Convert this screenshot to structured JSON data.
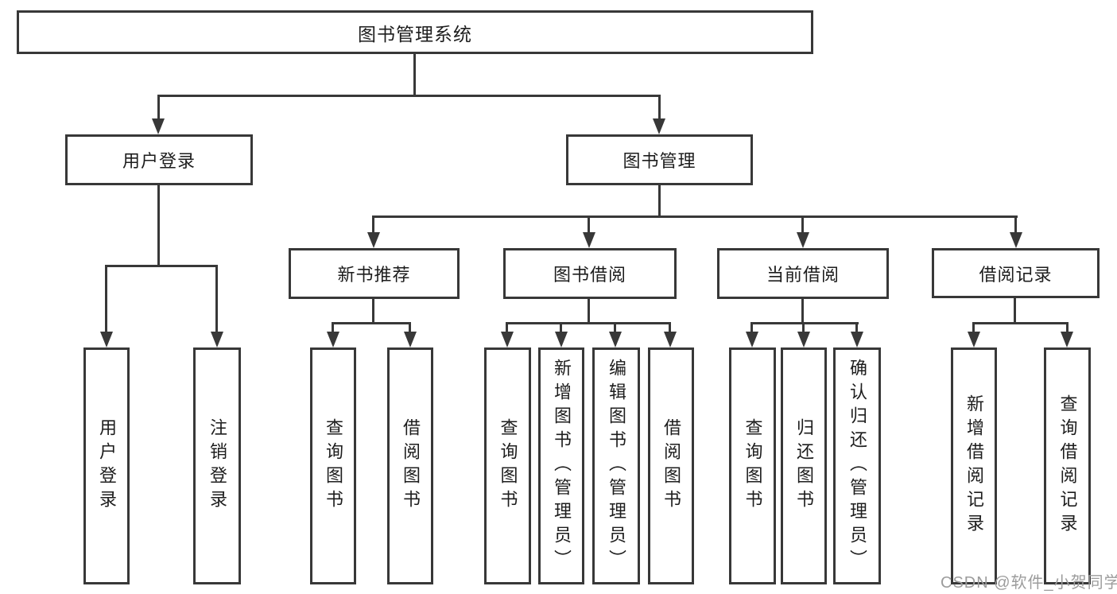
{
  "diagram": {
    "title": "图书管理系统",
    "nodes": {
      "root": "图书管理系统",
      "user_login": "用户登录",
      "book_mgmt": "图书管理",
      "new_book_rec": "新书推荐",
      "book_borrow": "图书借阅",
      "current_borrow": "当前借阅",
      "borrow_records": "借阅记录",
      "leaves": [
        "用户登录",
        "注销登录",
        "查询图书",
        "借阅图书",
        "查询图书",
        "新增图书（管理员）",
        "编辑图书（管理员）",
        "借阅图书",
        "查询图书",
        "归还图书",
        "确认归还（管理员）",
        "新增借阅记录",
        "查询借阅记录"
      ]
    },
    "hierarchy": {
      "图书管理系统": [
        "用户登录",
        "图书管理"
      ],
      "用户登录": [
        "用户登录",
        "注销登录"
      ],
      "图书管理": [
        "新书推荐",
        "图书借阅",
        "当前借阅",
        "借阅记录"
      ],
      "新书推荐": [
        "查询图书",
        "借阅图书"
      ],
      "图书借阅": [
        "查询图书",
        "新增图书（管理员）",
        "编辑图书（管理员）",
        "借阅图书"
      ],
      "当前借阅": [
        "查询图书",
        "归还图书",
        "确认归还（管理员）"
      ],
      "借阅记录": [
        "新增借阅记录",
        "查询借阅记录"
      ]
    },
    "colors": {
      "line": "#383838",
      "text": "#1d1d1d",
      "background": "#ffffff",
      "watermark": "#9c9c9c"
    }
  },
  "watermark": "CSDN @软件_小贺同学"
}
